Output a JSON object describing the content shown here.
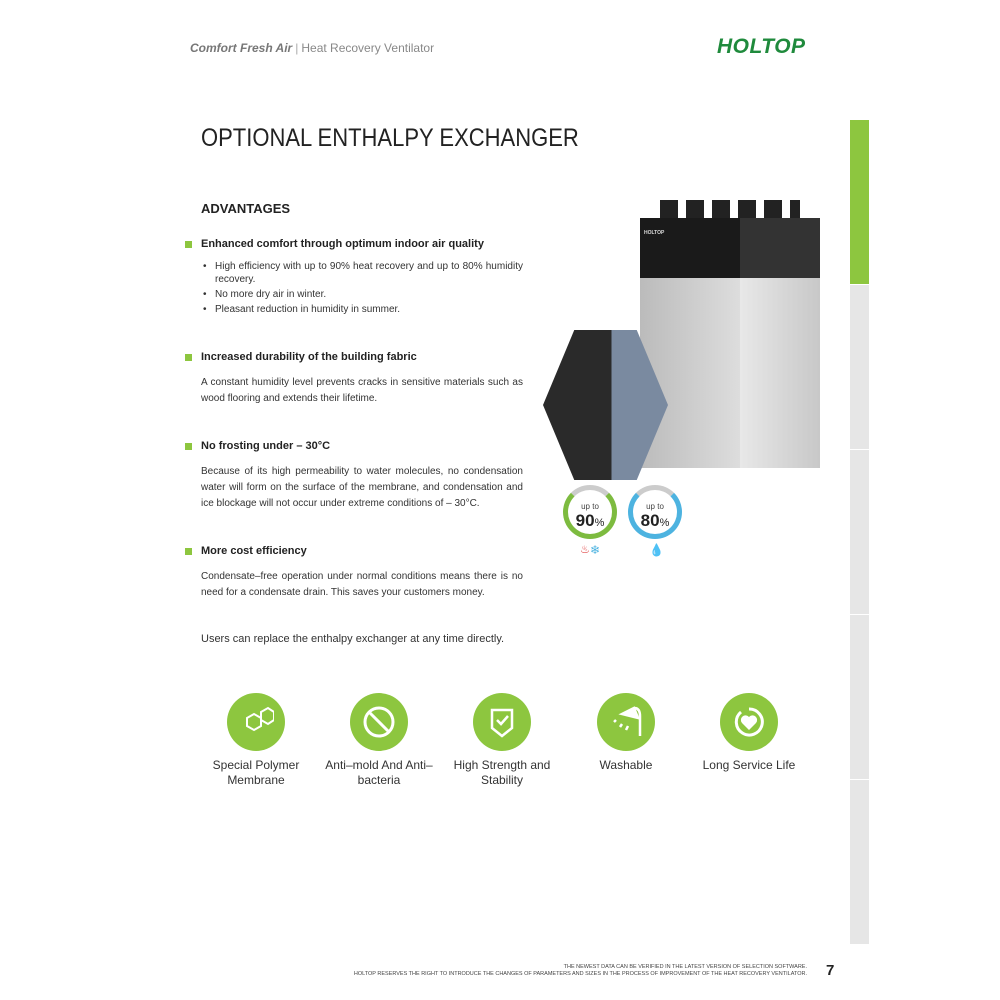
{
  "header": {
    "brand": "Comfort Fresh Air",
    "subtitle": "Heat Recovery Ventilator",
    "logo": "HOLTOP"
  },
  "title": "OPTIONAL ENTHALPY EXCHANGER",
  "advantages_heading": "ADVANTAGES",
  "sections": [
    {
      "heading": "Enhanced comfort through optimum indoor air quality",
      "bullets": [
        "High efficiency with up to 90% heat recovery and up to 80% humidity recovery.",
        "No more dry air in winter.",
        "Pleasant reduction in humidity in summer."
      ]
    },
    {
      "heading": "Increased durability of the building fabric",
      "text": "A constant humidity level prevents cracks in sensitive materials such as wood flooring and extends their lifetime."
    },
    {
      "heading": "No frosting under – 30°C",
      "text": "Because of its high permeability to water molecules, no condensation water will form on the surface of the membrane, and condensation and ice blockage will not occur under extreme conditions of – 30°C."
    },
    {
      "heading": "More cost efficiency",
      "text": "Condensate–free operation under normal conditions means there is no need for a condensate drain. This saves your customers money."
    }
  ],
  "note": "Users can replace the enthalpy exchanger at any time directly.",
  "product": {
    "label": "HOLTOP"
  },
  "badges": [
    {
      "prefix": "up to",
      "value": "90",
      "unit": "%",
      "color": "#7dbb3f"
    },
    {
      "prefix": "up to",
      "value": "80",
      "unit": "%",
      "color": "#4db3e0"
    }
  ],
  "features": [
    {
      "label": "Special Polymer Membrane"
    },
    {
      "label": "Anti–mold And Anti–bacteria"
    },
    {
      "label": "High Strength and Stability"
    },
    {
      "label": "Washable"
    },
    {
      "label": "Long Service Life"
    }
  ],
  "footer": {
    "line1": "THE NEWEST DATA CAN BE VERIFIED IN THE LATEST VERSION OF SELECTION SOFTWARE.",
    "line2": "HOLTOP RESERVES THE RIGHT TO INTRODUCE THE CHANGES OF PARAMETERS AND SIZES IN THE PROCESS OF IMPROVEMENT OF THE HEAT RECOVERY VENTILATOR.",
    "page": "7"
  },
  "colors": {
    "accent": "#8dc63f",
    "logo": "#1f8a3c"
  }
}
